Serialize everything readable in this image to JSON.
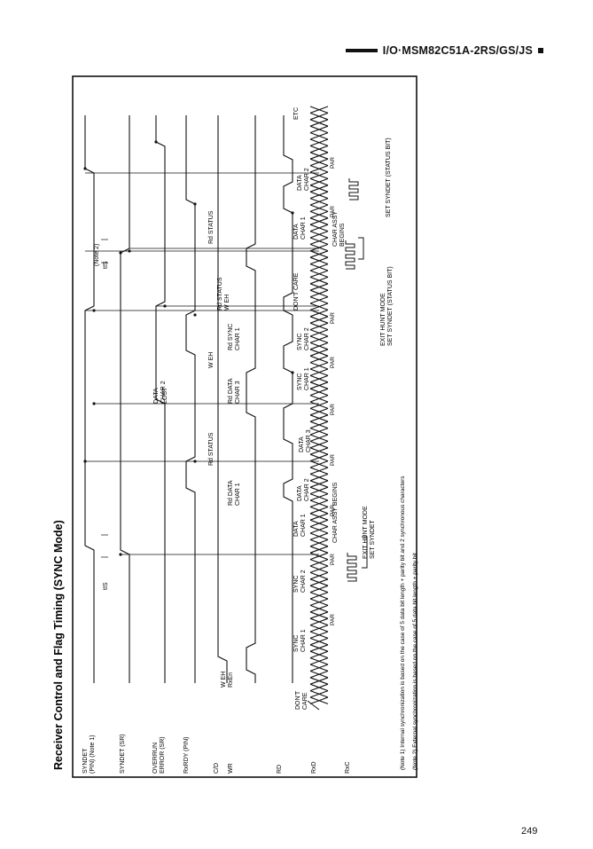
{
  "header": {
    "title": "I/O·MSM82C51A-2RS/GS/JS"
  },
  "page_number": "249",
  "diagram": {
    "title": "Receiver Control and Flag Timing (SYNC Mode)",
    "signals": [
      {
        "line1": "SYNDET",
        "line2": "(PIN) (Note 1)"
      },
      {
        "line1": "SYNDET (SR)",
        "line2": ""
      },
      {
        "line1": "OVERRUN",
        "line2": "ERROR (SR)"
      },
      {
        "line1": "RxRDY (PIN)",
        "line2": ""
      },
      {
        "line1": "C/D",
        "line2": ""
      },
      {
        "line1": "WR",
        "line2": ""
      },
      {
        "line1": "RD",
        "line2": ""
      },
      {
        "line1": "RxD",
        "line2": ""
      },
      {
        "line1": "RxC",
        "line2": ""
      }
    ],
    "notes": [
      "(Note 1)  Internal synchronization is based on the case of 5 data bit length + parity bit and 2 synchronous characters",
      "(Note 2)  External synchronization is based on the case of 5 data bit length + parity bit"
    ],
    "top_labels": [
      {
        "id": "note2",
        "text": "(Note 2)"
      },
      {
        "id": "tis1",
        "text": "tIS"
      },
      {
        "id": "tis2",
        "text": "tIS"
      }
    ],
    "event_labels": [
      {
        "id": "wr-en",
        "l1": "W EH",
        "l2": "RxEn"
      },
      {
        "id": "rd-data1",
        "l1": "Rd DATA",
        "l2": "CHAR 1"
      },
      {
        "id": "rd-status1",
        "l1": "Rd STATUS",
        "l2": ""
      },
      {
        "id": "rd-data3",
        "l1": "Rd DATA",
        "l2": "CHAR 3"
      },
      {
        "id": "wr-eh1",
        "l1": "W EH",
        "l2": ""
      },
      {
        "id": "rd-sync",
        "l1": "Rd SYNC",
        "l2": "CHAR 1"
      },
      {
        "id": "rd-status2",
        "l1": "Rd STATUS",
        "l2": "W EH"
      },
      {
        "id": "rd-status3",
        "l1": "Rd STATUS",
        "l2": ""
      },
      {
        "id": "data-lost",
        "l1": "DATA",
        "l2": "CHAR 2"
      },
      {
        "id": "data-lost-3",
        "l1": "LOST",
        "l2": ""
      }
    ],
    "rxd_labels": [
      {
        "id": "dont-care1",
        "l1": "DON'T",
        "l2": "CARE"
      },
      {
        "id": "sync-c1",
        "l1": "SYNC",
        "l2": "CHAR 1"
      },
      {
        "id": "sync-c2",
        "l1": "SYNC",
        "l2": "CHAR 2"
      },
      {
        "id": "data-c1",
        "l1": "DATA",
        "l2": "CHAR 1"
      },
      {
        "id": "data-c2",
        "l1": "DATA",
        "l2": "CHAR 2"
      },
      {
        "id": "data-c3",
        "l1": "DATA",
        "l2": "CHAR 3"
      },
      {
        "id": "sync-c1b",
        "l1": "SYNC",
        "l2": "CHAR 1"
      },
      {
        "id": "sync-c2b",
        "l1": "SYNC",
        "l2": "CHAR 2"
      },
      {
        "id": "dont-care2",
        "l1": "DON'T CARE",
        "l2": ""
      },
      {
        "id": "data-c1b",
        "l1": "DATA",
        "l2": "CHAR 1"
      },
      {
        "id": "data-c2b",
        "l1": "DATA",
        "l2": "CHAR 2"
      },
      {
        "id": "etc",
        "l1": "ETC",
        "l2": ""
      }
    ],
    "par_label": "PAR",
    "bottom_labels": [
      {
        "id": "exit-hunt1",
        "l1": "EXIT HUNT MODE",
        "l2": "SET SYNDET"
      },
      {
        "id": "char-assy1",
        "l1": "CHAR ASSY BEGINS",
        "l2": ""
      },
      {
        "id": "exit-hunt2",
        "l1": "EXIT HUNT MODE",
        "l2": "SET SYNDET (STATUS BIT)"
      },
      {
        "id": "char-assy2",
        "l1": "CHAR ASSY",
        "l2": "BEGINS"
      },
      {
        "id": "set-syndet",
        "l1": "SET SYNDET (STATUS BIT)",
        "l2": ""
      }
    ]
  }
}
